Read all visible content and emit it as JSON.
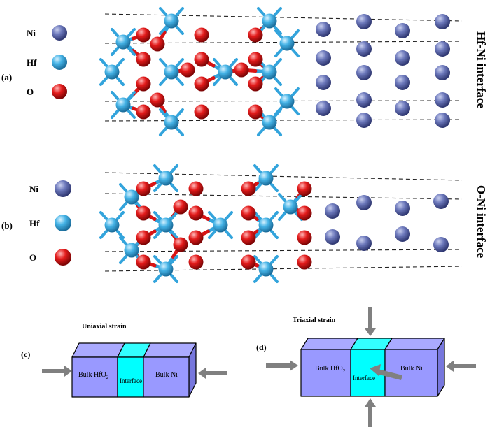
{
  "panels": {
    "a": {
      "tag": "(a)",
      "side_label": "Hf-Ni interface",
      "legend": [
        {
          "name": "Ni",
          "color": "#5563a8",
          "icon": "ni-atom-icon"
        },
        {
          "name": "Hf",
          "color": "#33a4dc",
          "icon": "hf-atom-icon"
        },
        {
          "name": "O",
          "color": "#d81414",
          "icon": "o-atom-icon"
        }
      ]
    },
    "b": {
      "tag": "(b)",
      "side_label": "O-Ni interface",
      "legend": [
        {
          "name": "Ni",
          "color": "#5563a8",
          "icon": "ni-atom-icon"
        },
        {
          "name": "Hf",
          "color": "#33a4dc",
          "icon": "hf-atom-icon"
        },
        {
          "name": "O",
          "color": "#d81414",
          "icon": "o-atom-icon"
        }
      ]
    },
    "c": {
      "tag": "(c)",
      "title": "Uniaxial strain",
      "blocks": {
        "left_main": "Bulk HfO",
        "left_sub": "2",
        "middle": "Interface",
        "right": "Bulk Ni"
      }
    },
    "d": {
      "tag": "(d)",
      "title": "Triaxial strain",
      "blocks": {
        "left_main": "Bulk HfO",
        "left_sub": "2",
        "middle": "Interface",
        "right": "Bulk Ni"
      }
    }
  },
  "colors": {
    "ni": "#5563a8",
    "hf": "#33a4dc",
    "o": "#d81414",
    "block_bulk": "#9999ff",
    "block_interface": "#00ffff",
    "arrow": "#808080"
  }
}
